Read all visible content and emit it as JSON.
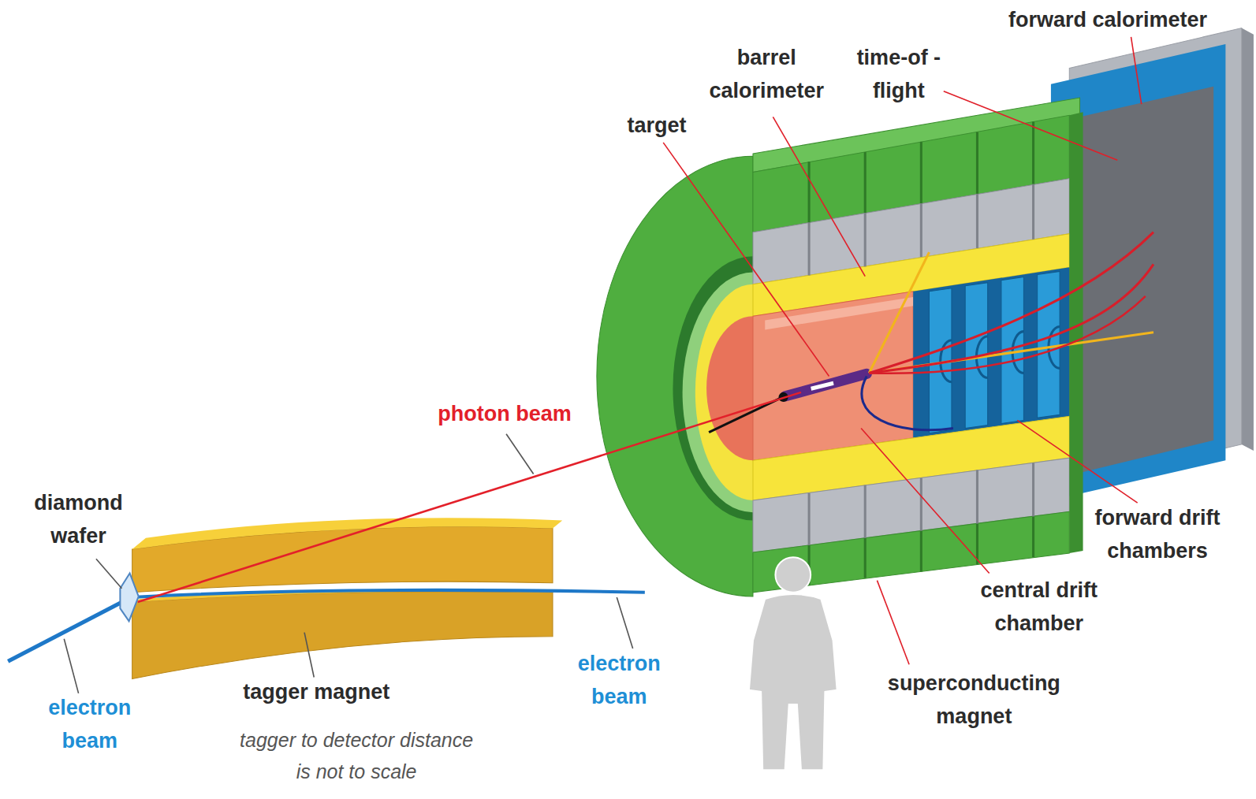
{
  "diagram": {
    "labels": [
      "forward calorimeter",
      "barrel calorimeter",
      "time-of -flight",
      "target",
      "photon beam",
      "diamond wafer",
      "forward drift chambers",
      "central drift chamber",
      "superconducting magnet",
      "tagger magnet",
      "electron beam",
      "electron beam",
      "tagger to detector distance is not to scale"
    ]
  }
}
